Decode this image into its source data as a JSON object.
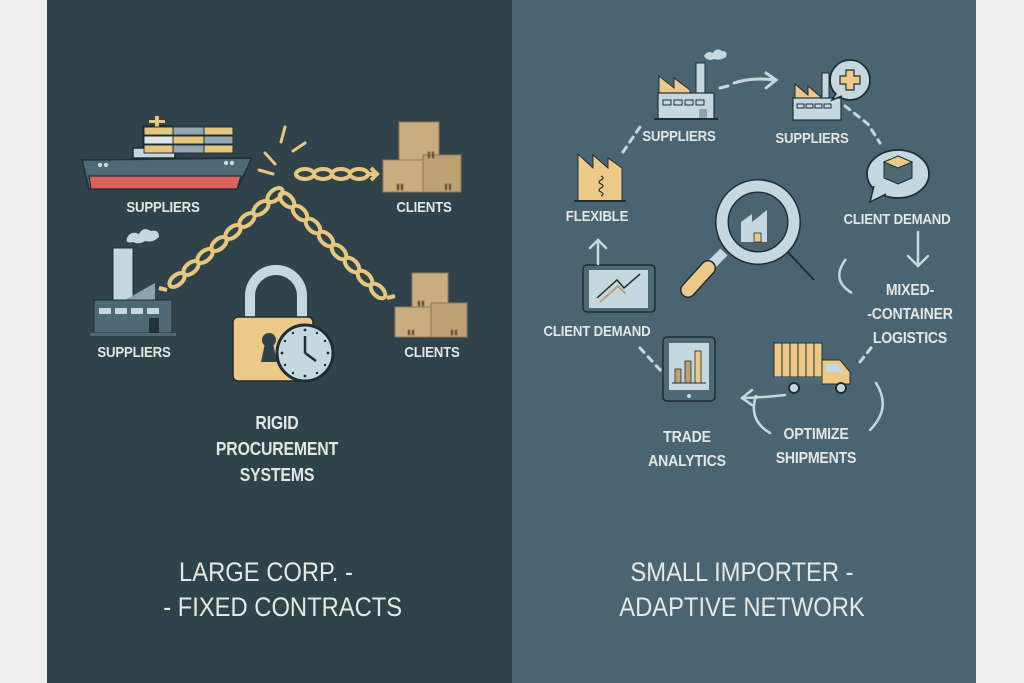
{
  "colors": {
    "page_background": "#EEEEEE",
    "left_panel": "#30434B",
    "right_panel": "#4A6571",
    "text": "#E3E6E2",
    "chain_gold": "#E7C77E",
    "box_tan": "#C9AD7E",
    "light_blue": "#C5D8E0",
    "hull_red": "#D9645A"
  },
  "left_panel": {
    "title_line1": "LARGE CORP. -",
    "title_line2": "- FIXED CONTRACTS",
    "title_display_line2": "FIXED CONTRACTS",
    "nodes": [
      {
        "id": "ship",
        "icon": "cargo-ship-icon",
        "label": "SUPPLIERS"
      },
      {
        "id": "clients-top",
        "icon": "boxes-icon",
        "label": "CLIENTS"
      },
      {
        "id": "factory",
        "icon": "factory-icon",
        "label": "SUPPLIERS"
      },
      {
        "id": "clients-bottom",
        "icon": "boxes-icon",
        "label": "CLIENTS"
      }
    ],
    "center": {
      "icon": "padlock-clock-icon",
      "label_lines": [
        "RIGID",
        "PROCUREMENT",
        "SYSTEMS"
      ]
    },
    "connectors": [
      "broken-chain",
      "chain-to-factory",
      "chain-to-clients"
    ]
  },
  "right_panel": {
    "title_line1": "SMALL IMPORTER -",
    "title_line2": "ADAPTIVE NETWORK",
    "nodes": [
      {
        "id": "supplier-a",
        "icon": "factory-icon",
        "label": "SUPPLIERS"
      },
      {
        "id": "supplier-b",
        "icon": "factory-plus-icon",
        "label": "SUPPLIERS"
      },
      {
        "id": "client-demand-bubble",
        "icon": "speech-bubble-box-icon",
        "label": "CLIENT DEMAND"
      },
      {
        "id": "mixed-container",
        "icon": "curved-arrow-icon",
        "label_lines": [
          "MIXED-",
          "-CONTAINER",
          "LOGISTICS"
        ]
      },
      {
        "id": "truck",
        "icon": "delivery-truck-icon",
        "label_lines": [
          "OPTIMIZE",
          "SHIPMENTS"
        ]
      },
      {
        "id": "analytics",
        "icon": "tablet-bar-chart-icon",
        "label_lines": [
          "TRADE",
          "ANALYTICS"
        ]
      },
      {
        "id": "tablet-demand",
        "icon": "tablet-trend-icon",
        "label": "CLIENT DEMAND"
      },
      {
        "id": "flexible",
        "icon": "flexible-factory-icon",
        "label": "FLEXIBLE"
      }
    ],
    "center": {
      "icon": "magnifier-factory-icon"
    }
  }
}
